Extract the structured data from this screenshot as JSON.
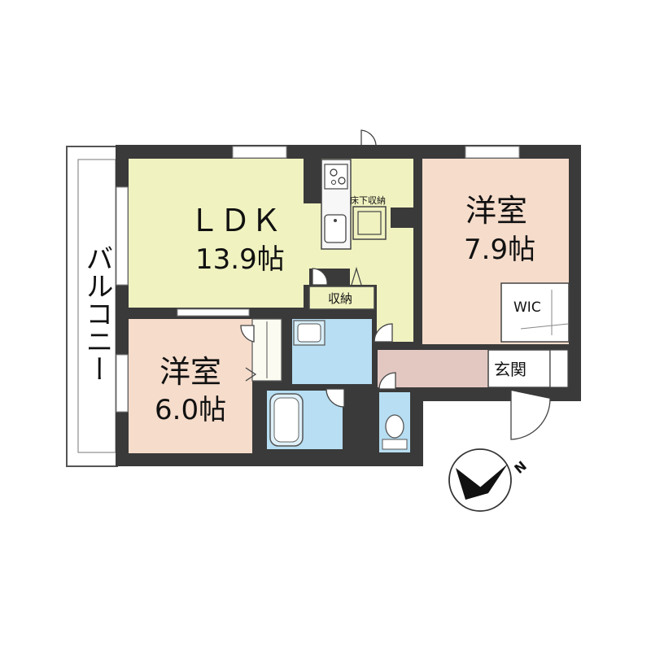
{
  "rooms": {
    "ldk": {
      "name": "ＬＤＫ",
      "size": "13.9帖"
    },
    "west_room": {
      "name": "洋室",
      "size": "6.0帖"
    },
    "east_room": {
      "name": "洋室",
      "size": "7.9帖"
    },
    "storage": "収納",
    "underfloor_storage": "床下収納",
    "walk_in_closet": "WIC",
    "entrance": "玄関",
    "balcony": "バルコニー"
  },
  "compass": {
    "label": "N"
  },
  "colors": {
    "ldk": "#f0f2c0",
    "bedroom": "#f5dccb",
    "wet_area": "#b7def2",
    "hallway": "#e3c8c2",
    "wall": "#3a3a3a"
  }
}
